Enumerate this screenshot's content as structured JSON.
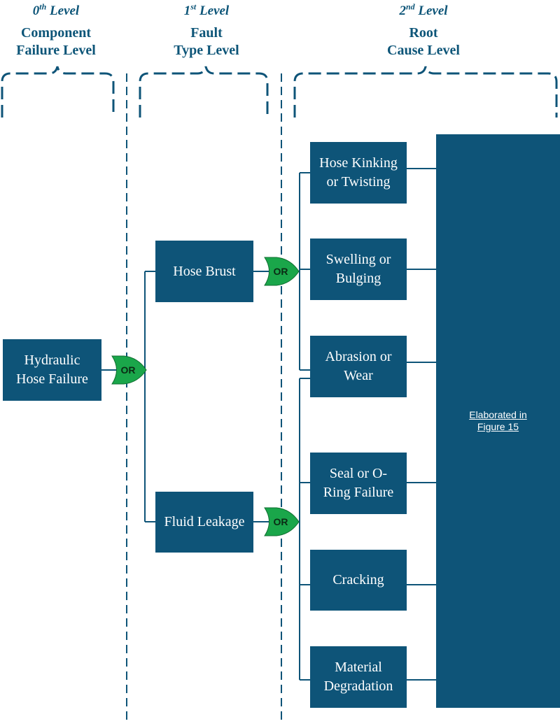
{
  "columns": [
    {
      "level_prefix": "0",
      "level_sup": "th",
      "level_suffix": " Level",
      "title": "Component\nFailure Level"
    },
    {
      "level_prefix": "1",
      "level_sup": "st",
      "level_suffix": " Level",
      "title": "Fault\nType Level"
    },
    {
      "level_prefix": "2",
      "level_sup": "nd",
      "level_suffix": " Level",
      "title": "Root\nCause Level"
    }
  ],
  "top_event": {
    "label": "Hydraulic\nHose Failure"
  },
  "fault_types": [
    {
      "label": "Hose Brust"
    },
    {
      "label": "Fluid Leakage"
    }
  ],
  "root_causes": [
    {
      "label": "Hose Kinking\nor Twisting"
    },
    {
      "label": "Swelling or\nBulging"
    },
    {
      "label": "Abrasion or\nWear"
    },
    {
      "label": "Seal or O-\nRing Failure"
    },
    {
      "label": "Cracking"
    },
    {
      "label": "Material\nDegradation"
    }
  ],
  "gates": {
    "label": "OR",
    "fill": "#1aa64a",
    "text_color": "#0a2b14"
  },
  "elaboration": {
    "label": "Elaborated in\nFigure 15"
  },
  "colors": {
    "box": "#0e5478",
    "line": "#0e5478",
    "header": "#0d5578"
  }
}
